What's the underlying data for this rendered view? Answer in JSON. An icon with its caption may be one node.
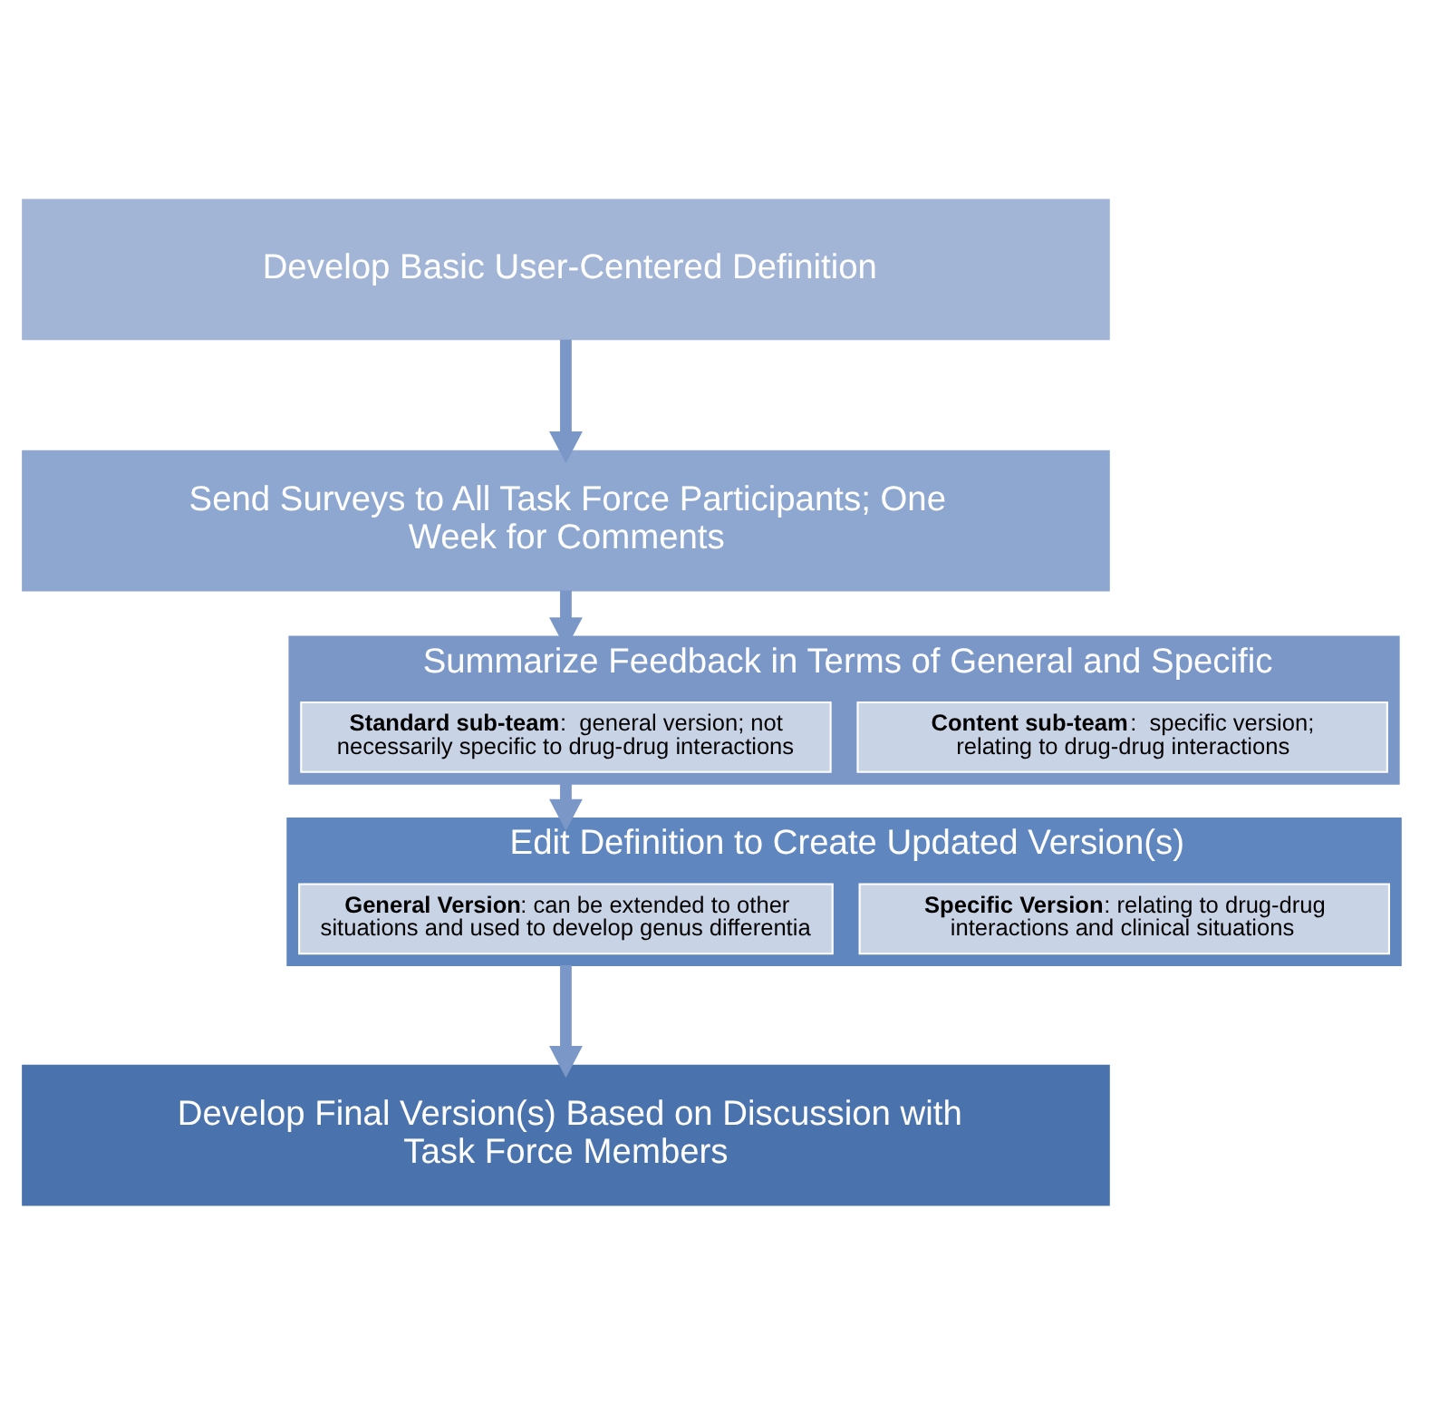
{
  "diagram": {
    "nodes": [
      {
        "text": [
          "Develop Basic User-Centered Definition"
        ]
      },
      {
        "text": [
          "Send Surveys to All Task Force Participants; One Week for Comments"
        ]
      },
      {
        "text": [
          "Summarize Feedback in Terms of General and Specific"
        ]
      },
      {
        "text": [
          "**Standard sub-team**:  general version; not necessarily specific to drug-drug interactions"
        ],
        "in": 2
      },
      {
        "text": [
          "**Content sub-team**:  specific version; relating to drug-drug interactions"
        ],
        "in": 2
      },
      {
        "text": [
          "Edit Definition to Create Updated Version(s)"
        ]
      },
      {
        "text": [
          "**General Version**: can be extended to other situations and used to develop genus differentia"
        ],
        "in": 5
      },
      {
        "text": [
          "**Specific Version**: relating to drug-drug interactions and clinical situations"
        ],
        "in": 5
      },
      {
        "text": [
          "Develop Final Version(s) Based on Discussion with Task Force Members"
        ]
      }
    ],
    "edges": [
      {
        "from": 0,
        "to": 1,
        "arrow": "to"
      },
      {
        "from": 1,
        "to": 2,
        "arrow": "to"
      },
      {
        "from": 2,
        "to": 5,
        "arrow": "to"
      },
      {
        "from": 5,
        "to": 8,
        "arrow": "to"
      }
    ]
  }
}
